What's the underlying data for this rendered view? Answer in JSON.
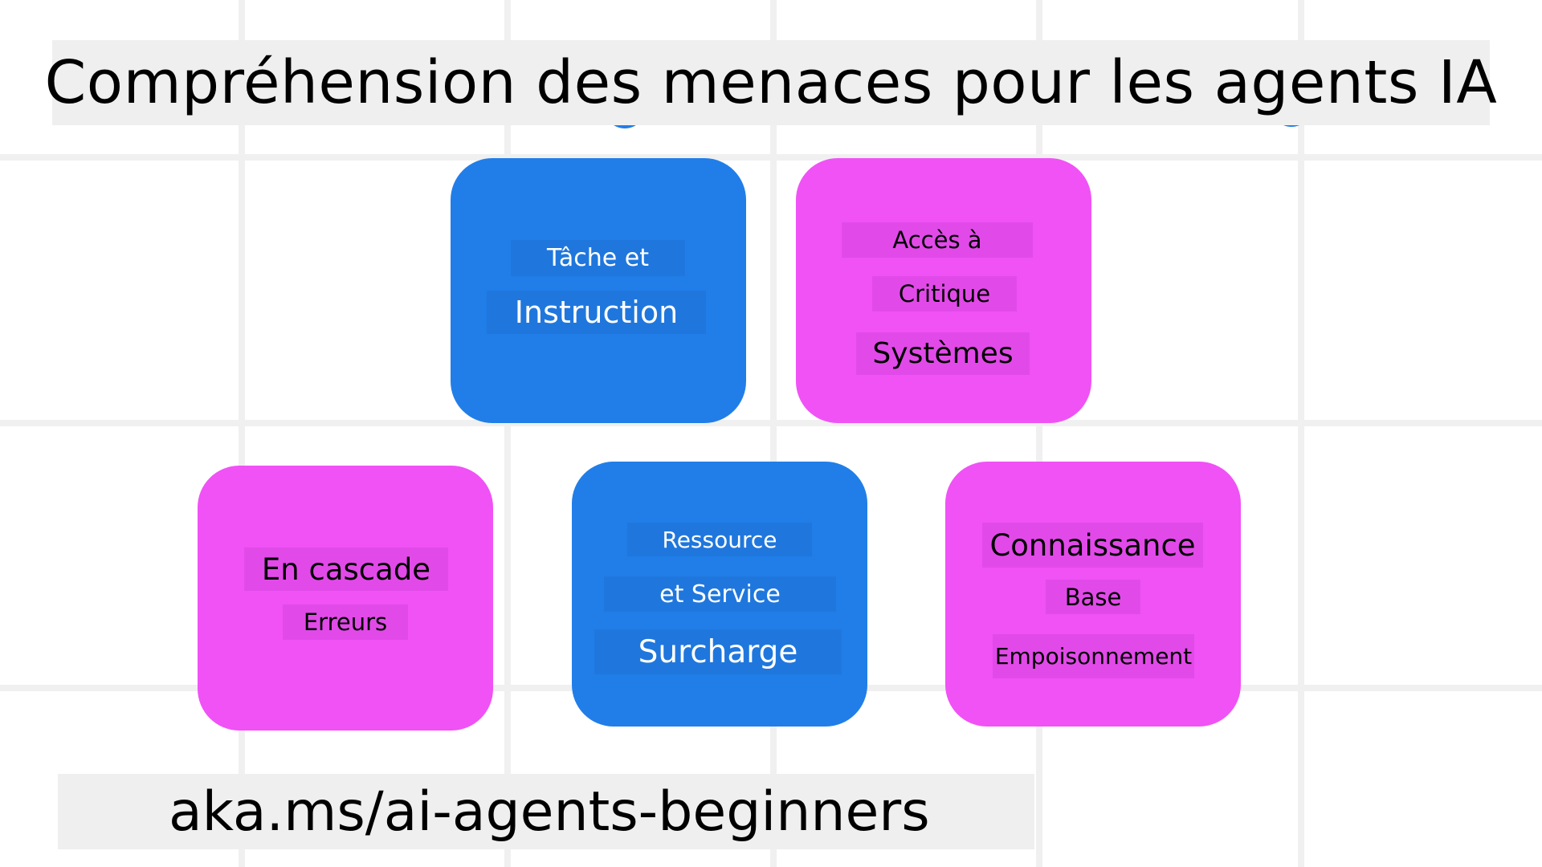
{
  "title": "Compréhension des menaces pour les agents IA",
  "footer": "aka.ms/ai-agents-beginners",
  "colors": {
    "background": "#ffffff",
    "grid": "#f0f0f0",
    "band": "#efefef",
    "blue": "#217ee8",
    "magenta": "#f052f5"
  },
  "cards": [
    {
      "id": "task-instruction",
      "color": "blue",
      "lines": [
        "Tâche et",
        "Instruction"
      ]
    },
    {
      "id": "critical-systems",
      "color": "magenta",
      "lines": [
        "Accès à",
        "Critique",
        "Systèmes"
      ]
    },
    {
      "id": "cascading-errors",
      "color": "magenta",
      "lines": [
        "En cascade",
        "Erreurs"
      ]
    },
    {
      "id": "resource-overload",
      "color": "blue",
      "lines": [
        "Ressource",
        "et Service",
        "Surcharge"
      ]
    },
    {
      "id": "knowledge-poisoning",
      "color": "magenta",
      "lines": [
        "Connaissance",
        "Base",
        "Empoisonnement"
      ]
    }
  ]
}
